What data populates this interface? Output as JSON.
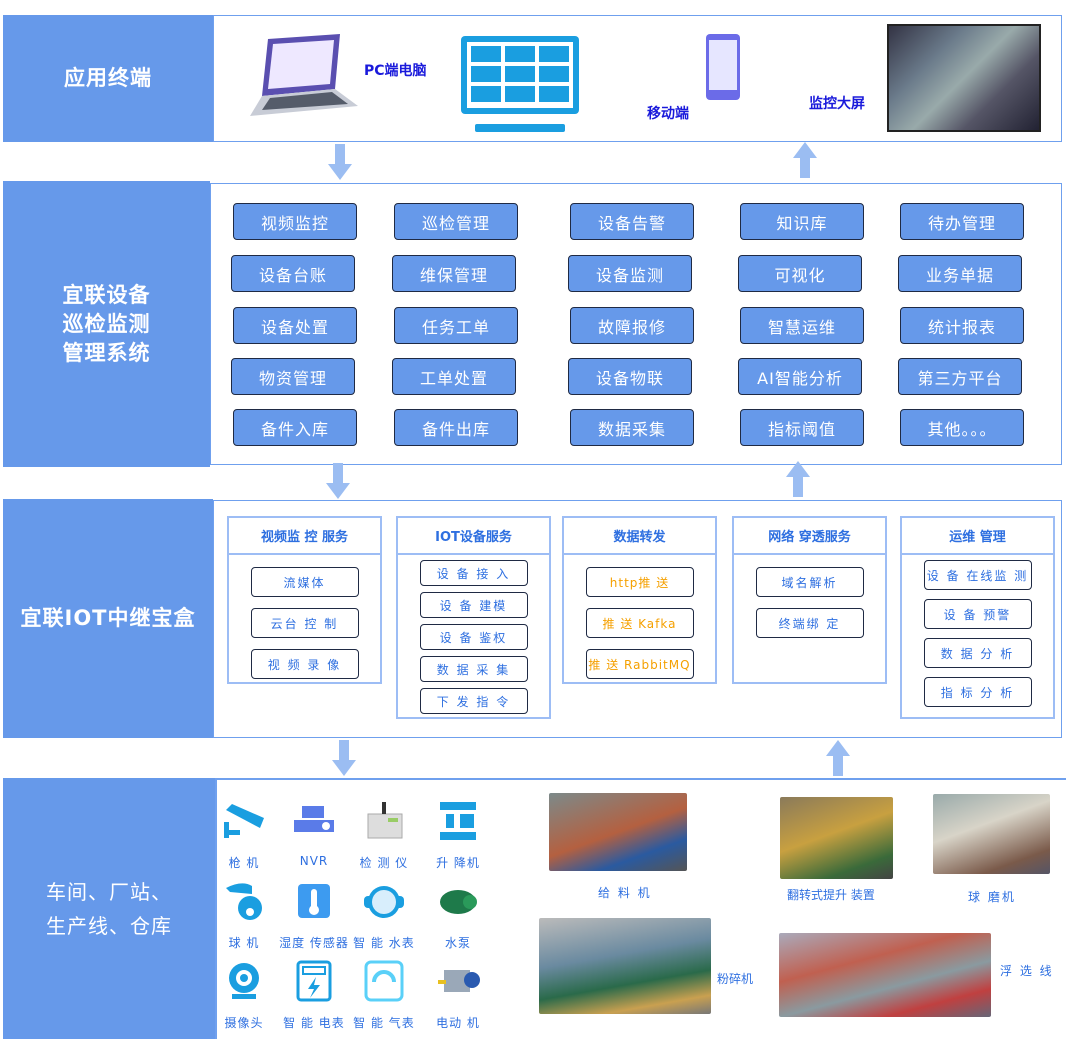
{
  "colors": {
    "accent": "#6699ea",
    "text_blue": "#2e6fe0",
    "orange": "#f5a000"
  },
  "layers": {
    "terminal": {
      "label": "应用终端",
      "pc": "PC端电脑",
      "mobile": "移动端",
      "bigscreen": "监控大屏"
    },
    "system": {
      "label_lines": [
        "宜联设备",
        "巡检监测",
        "管理系统"
      ],
      "modules": [
        [
          "视频监控",
          "设备台账",
          "设备处置",
          "物资管理",
          "备件入库"
        ],
        [
          "巡检管理",
          "维保管理",
          "任务工单",
          "工单处置",
          "备件出库"
        ],
        [
          "设备告警",
          "设备监测",
          "故障报修",
          "设备物联",
          "数据采集"
        ],
        [
          "知识库",
          "可视化",
          "智慧运维",
          "AI智能分析",
          "指标阈值"
        ],
        [
          "待办管理",
          "业务单据",
          "统计报表",
          "第三方平台",
          "其他。。。"
        ]
      ]
    },
    "iot": {
      "label": "宜联IOT中继宝盒",
      "panels": [
        {
          "title": "视频监 控 服务",
          "items": [
            "流媒体",
            "云台 控 制",
            "视 频 录 像"
          ]
        },
        {
          "title": "IOT设备服务",
          "items": [
            "设 备 接 入",
            "设 备 建模",
            "设 备 鉴权",
            "数 据 采 集",
            "下 发 指 令"
          ]
        },
        {
          "title": "数据转发",
          "items": [
            "http推 送",
            "推 送 Kafka",
            "推 送 RabbitMQ"
          ]
        },
        {
          "title": "网络 穿透服务",
          "items": [
            "域名解析",
            "终端绑 定"
          ]
        },
        {
          "title": "运维 管理",
          "items": [
            "设 备 在线监 测",
            "设 备 预警",
            "数 据 分 析",
            "指 标 分 析"
          ]
        }
      ]
    },
    "field": {
      "label_lines": [
        "车间、厂站、",
        "生产线、仓库"
      ],
      "devices": [
        "枪 机",
        "NVR",
        "检 测 仪",
        "升 降机",
        "球 机",
        "湿度 传感器",
        "智 能 水表",
        "水泵",
        "摄像头",
        "智 能 电表",
        "智 能 气表",
        "电动 机"
      ],
      "photos": [
        "给 料 机",
        "翻转式提升 装置",
        "球 磨机",
        "粉碎机",
        "浮 选 线"
      ]
    }
  }
}
